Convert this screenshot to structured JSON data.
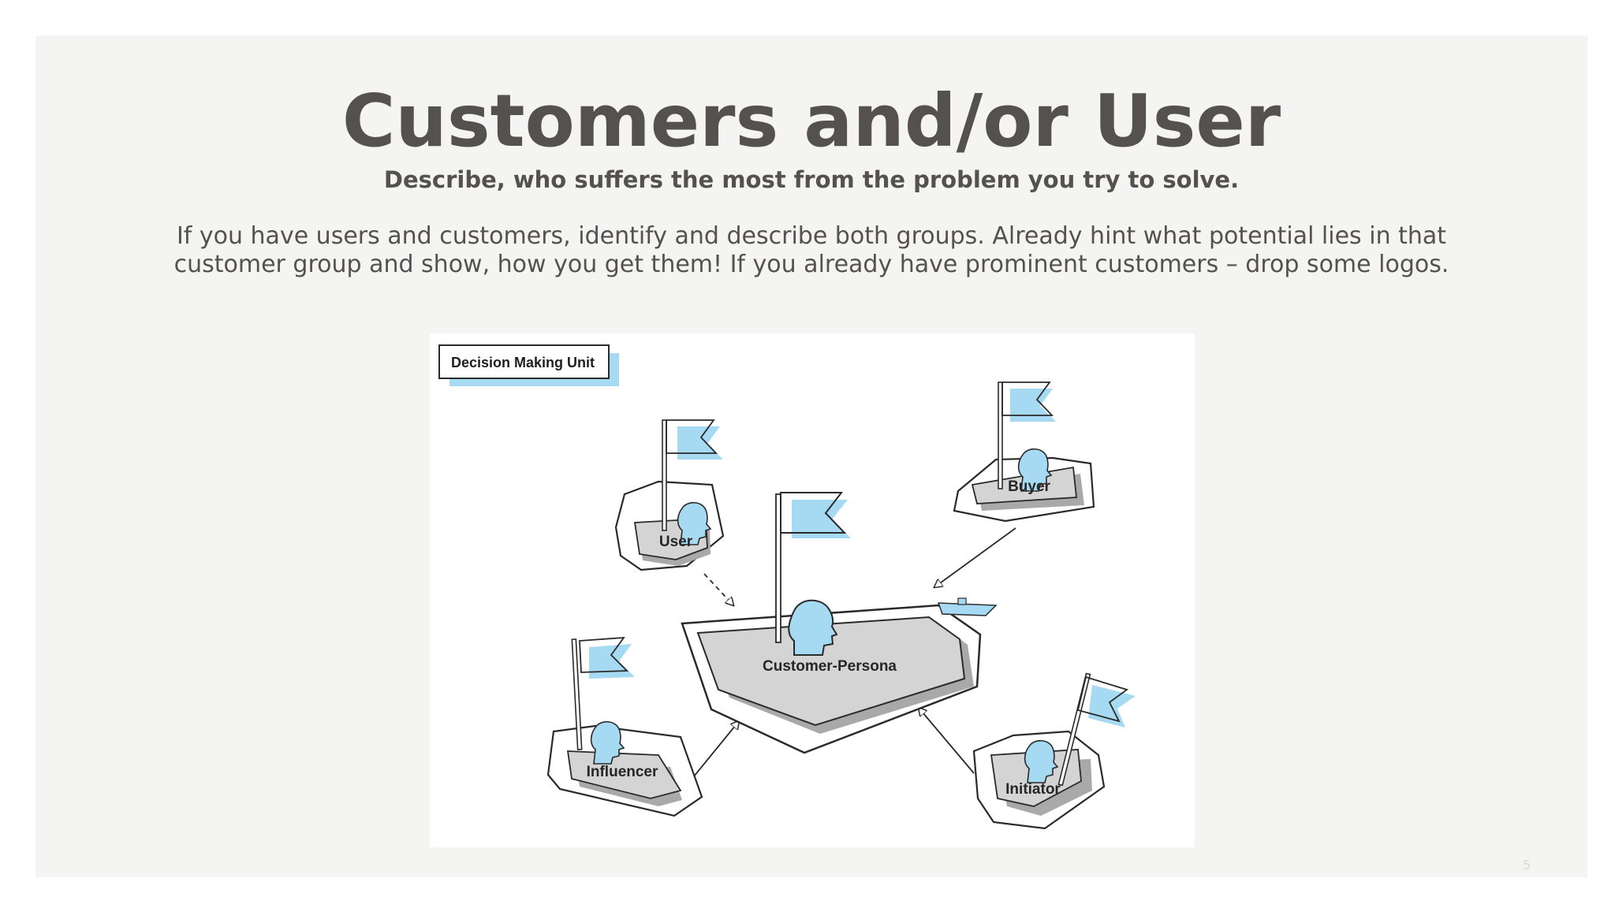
{
  "slide": {
    "title": "Customers and/or User",
    "subtitle": "Describe, who suffers the most from the problem you try to solve.",
    "body": "If you have users and customers, identify and describe both groups. Already hint what potential lies in that customer group and show, how you get them! If you already have prominent customers – drop some logos.",
    "page_number": "5"
  },
  "diagram": {
    "header_label": "Decision Making Unit",
    "nodes": {
      "center": "Customer-Persona",
      "user": "User",
      "buyer": "Buyer",
      "influencer": "Influencer",
      "initiator": "Initiator"
    },
    "colors": {
      "accent_blue": "#a6daf2",
      "island_gray": "#d4d4d5",
      "outline": "#2a2a2a"
    }
  }
}
